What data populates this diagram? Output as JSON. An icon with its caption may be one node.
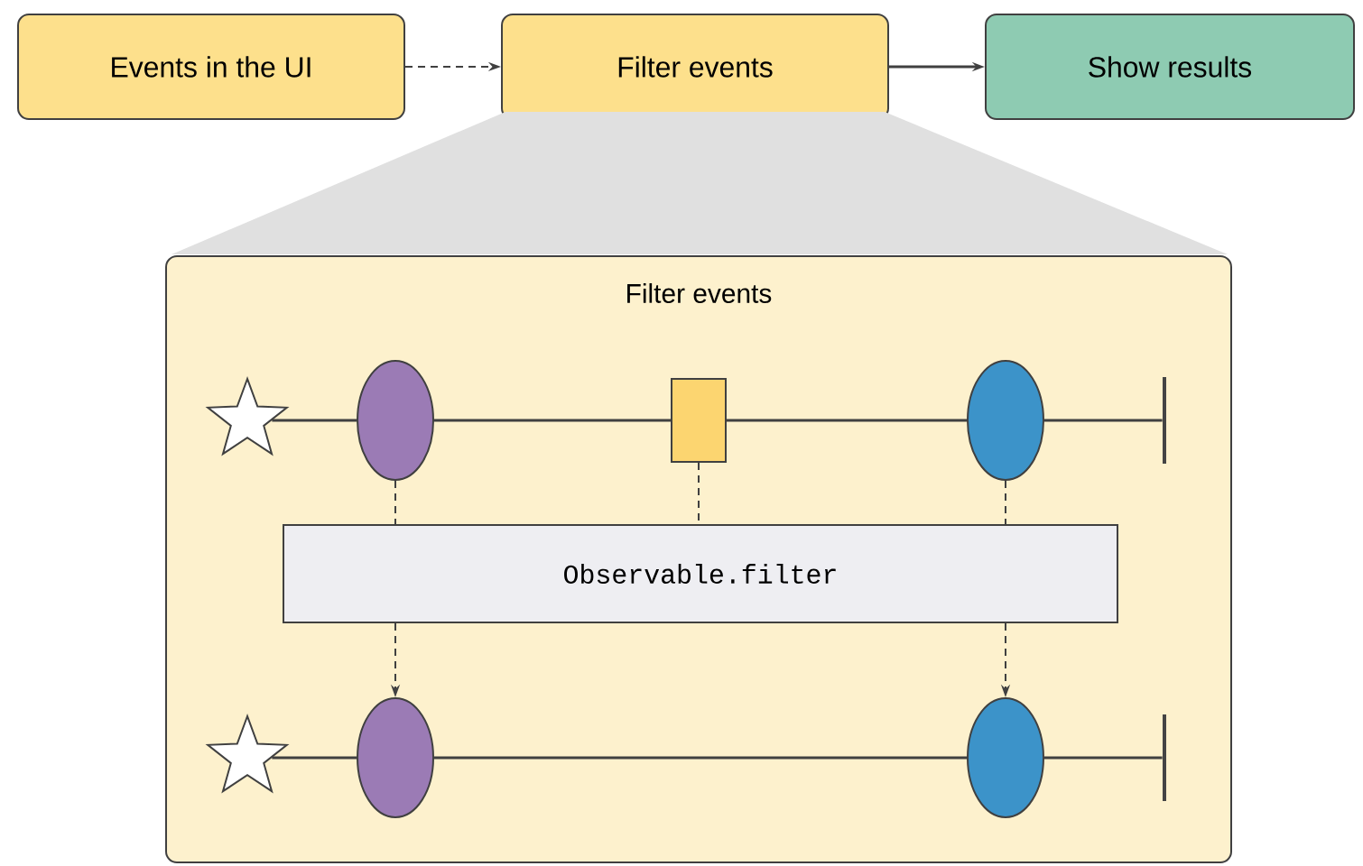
{
  "diagram": {
    "nodes": [
      {
        "text": [
          "Events in the UI"
        ]
      },
      {
        "text": [
          "Filter events"
        ]
      },
      {
        "text": [
          "Show results"
        ]
      },
      {
        "text": [
          "Filter events"
        ]
      },
      {
        "text": [
          "Observable.filter"
        ],
        "in": 3
      },
      {
        "text": [],
        "shape": "star",
        "in": 3
      },
      {
        "text": [],
        "shape": "circle",
        "in": 3
      },
      {
        "text": [],
        "shape": "box",
        "in": 3
      },
      {
        "text": [],
        "shape": "circle",
        "in": 3
      },
      {
        "text": [],
        "shape": "star",
        "in": 3
      },
      {
        "text": [],
        "shape": "circle",
        "in": 3
      },
      {
        "text": [],
        "shape": "circle",
        "in": 3
      },
      {
        "text": [],
        "shape": "bar",
        "in": 3
      },
      {
        "text": [],
        "shape": "bar",
        "in": 3
      }
    ],
    "edges": [
      {
        "from": 0,
        "to": 1,
        "arrow": "to",
        "style": "dashed"
      },
      {
        "from": 1,
        "to": 2,
        "arrow": "to"
      },
      {
        "from": 5,
        "to": 6,
        "arrow": "none"
      },
      {
        "from": 6,
        "to": 7,
        "arrow": "none"
      },
      {
        "from": 7,
        "to": 8,
        "arrow": "none"
      },
      {
        "from": 8,
        "to": 12,
        "arrow": "none"
      },
      {
        "from": 6,
        "to": 4,
        "arrow": "none",
        "style": "dashed"
      },
      {
        "from": 7,
        "to": 4,
        "arrow": "none",
        "style": "dashed"
      },
      {
        "from": 8,
        "to": 4,
        "arrow": "none",
        "style": "dashed"
      },
      {
        "from": 4,
        "to": 10,
        "arrow": "to",
        "style": "dashed"
      },
      {
        "from": 4,
        "to": 11,
        "arrow": "to",
        "style": "dashed"
      },
      {
        "from": 9,
        "to": 10,
        "arrow": "none"
      },
      {
        "from": 10,
        "to": 11,
        "arrow": "none"
      },
      {
        "from": 11,
        "to": 13,
        "arrow": "none"
      }
    ]
  }
}
